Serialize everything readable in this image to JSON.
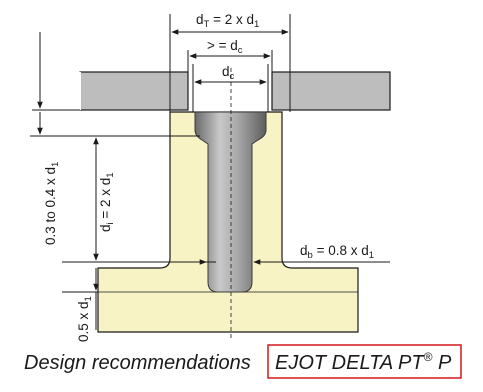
{
  "labels": {
    "dt": {
      "main": "d",
      "sub": "T",
      "rest": " = 2 x d",
      "sub2": "1"
    },
    "ge_dc": {
      "main": "> = d",
      "sub": "c"
    },
    "dc": {
      "main": "d",
      "sub": "c"
    },
    "db": {
      "main": "d",
      "sub": "b",
      "rest": " = 0.8 x d",
      "sub2": "1"
    },
    "range": {
      "main": "0.3 to 0.4 x d",
      "sub": "1"
    },
    "di": {
      "main": "d",
      "sub": "i",
      "rest": " = 2 x d",
      "sub2": "1"
    },
    "boss": {
      "main": "0.5 x d",
      "sub": "1"
    }
  },
  "caption": {
    "text": "Design recommendations",
    "product": "EJOT DELTA PT",
    "reg": "®",
    "variant": " P"
  },
  "colors": {
    "boss_fill": "#f7f3c4",
    "plate_fill": "#bdbdbd",
    "highlight_box": "#d9262b"
  }
}
